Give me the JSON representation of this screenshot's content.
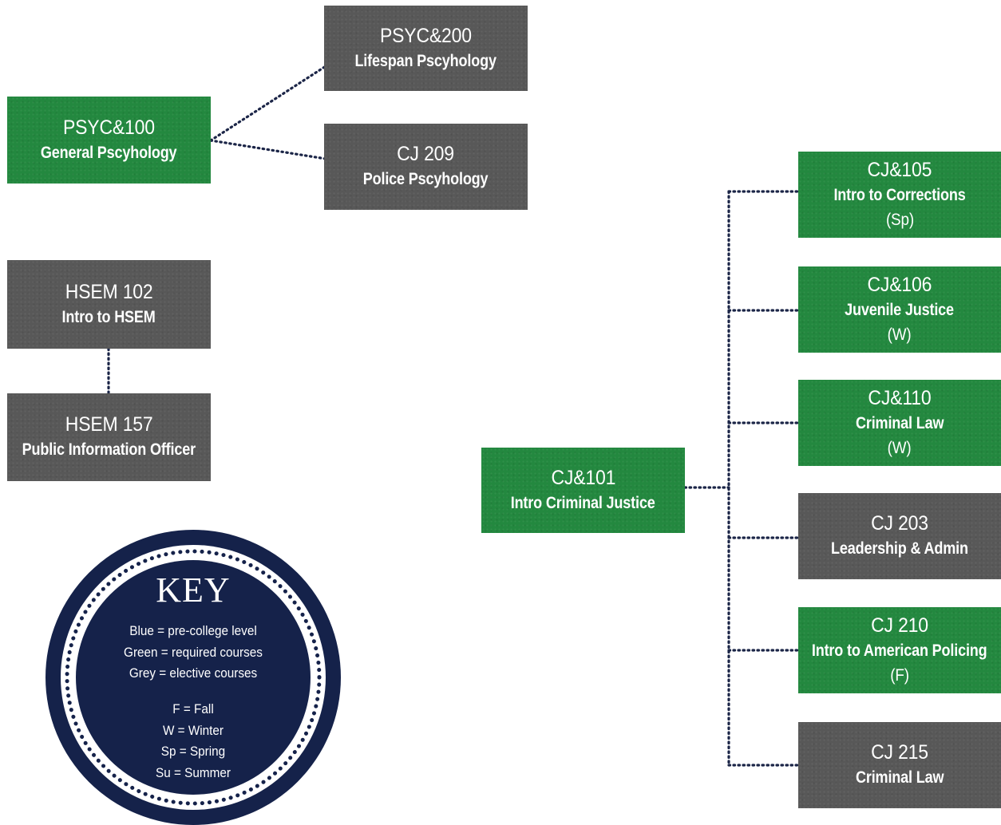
{
  "courses": {
    "psyc100": {
      "code": "PSYC&100",
      "title": "General Pscyhology",
      "term": ""
    },
    "psyc200": {
      "code": "PSYC&200",
      "title": "Lifespan Pscyhology",
      "term": ""
    },
    "cj209": {
      "code": "CJ 209",
      "title": "Police Pscyhology",
      "term": ""
    },
    "hsem102": {
      "code": "HSEM 102",
      "title": "Intro to HSEM",
      "term": ""
    },
    "hsem157": {
      "code": "HSEM 157",
      "title": "Public Information Officer",
      "term": ""
    },
    "cj101": {
      "code": "CJ&101",
      "title": "Intro Criminal Justice",
      "term": ""
    },
    "cj105": {
      "code": "CJ&105",
      "title": "Intro to Corrections",
      "term": "(Sp)"
    },
    "cj106": {
      "code": "CJ&106",
      "title": "Juvenile Justice",
      "term": "(W)"
    },
    "cj110": {
      "code": "CJ&110",
      "title": "Criminal Law",
      "term": "(W)"
    },
    "cj203": {
      "code": "CJ 203",
      "title": "Leadership & Admin",
      "term": ""
    },
    "cj210": {
      "code": "CJ 210",
      "title": "Intro to American Policing",
      "term": "(F)"
    },
    "cj215": {
      "code": "CJ 215",
      "title": "Criminal Law",
      "term": ""
    }
  },
  "key": {
    "title": "KEY",
    "colors": [
      "Blue = pre-college level",
      "Green = required courses",
      "Grey = elective courses"
    ],
    "terms": [
      "F = Fall",
      "W = Winter",
      "Sp = Spring",
      "Su = Summer"
    ]
  },
  "colors": {
    "required": "#23883f",
    "elective": "#585858",
    "key_navy": "#15224a",
    "connector": "#1b2547"
  }
}
